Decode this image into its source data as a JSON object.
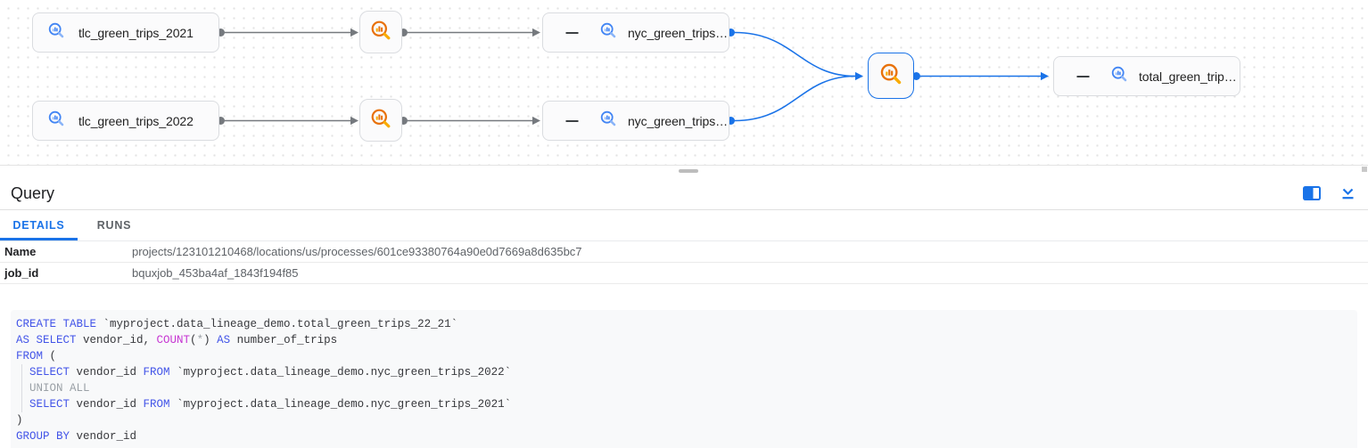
{
  "colors": {
    "accent_blue": "#1a73e8",
    "table_icon_blue": "#4285f4",
    "table_icon_blue_light": "#8ab4f8",
    "process_icon_orange": "#e8710a",
    "process_icon_orange_light": "#f9ab00",
    "edge_gray": "#75797e",
    "edge_blue": "#1a73e8",
    "keyword_blue": "#4254e8",
    "function_magenta": "#c636d2"
  },
  "graph": {
    "nodes": {
      "tlc2021": {
        "label": "tlc_green_trips_2021",
        "type": "bigquery-table"
      },
      "tlc2022": {
        "label": "tlc_green_trips_2022",
        "type": "bigquery-table"
      },
      "nyc_top": {
        "label": "nyc_green_trips…",
        "type": "bigquery-table",
        "collapsed": true
      },
      "nyc_bottom": {
        "label": "nyc_green_trips…",
        "type": "bigquery-table",
        "collapsed": true
      },
      "proc1": {
        "label": "",
        "type": "process"
      },
      "proc2": {
        "label": "",
        "type": "process"
      },
      "proc_selected": {
        "label": "",
        "type": "process",
        "selected": true
      },
      "total": {
        "label": "total_green_trip…",
        "type": "bigquery-table",
        "collapsed": true
      }
    },
    "edges": [
      {
        "from": "tlc2021",
        "to": "proc1",
        "color": "gray"
      },
      {
        "from": "proc1",
        "to": "nyc_top",
        "color": "gray"
      },
      {
        "from": "tlc2022",
        "to": "proc2",
        "color": "gray"
      },
      {
        "from": "proc2",
        "to": "nyc_bottom",
        "color": "gray"
      },
      {
        "from": "nyc_top",
        "to": "proc_selected",
        "color": "blue"
      },
      {
        "from": "nyc_bottom",
        "to": "proc_selected",
        "color": "blue"
      },
      {
        "from": "proc_selected",
        "to": "total",
        "color": "blue"
      }
    ]
  },
  "panel": {
    "title": "Query",
    "tabs": [
      {
        "label": "DETAILS",
        "active": true
      },
      {
        "label": "RUNS",
        "active": false
      }
    ],
    "details": [
      {
        "label": "Name",
        "value": "projects/123101210468/locations/us/processes/601ce93380764a90e0d7669a8d635bc7"
      },
      {
        "label": "job_id",
        "value": "bquxjob_453ba4af_1843f194f85"
      }
    ]
  },
  "code": {
    "lines": [
      [
        {
          "t": "CREATE TABLE",
          "c": "kw"
        },
        {
          "t": " `myproject.data_lineage_demo.total_green_trips_22_21`",
          "c": "plain"
        }
      ],
      [
        {
          "t": "AS SELECT",
          "c": "kw"
        },
        {
          "t": " vendor_id, ",
          "c": "plain"
        },
        {
          "t": "COUNT",
          "c": "fn"
        },
        {
          "t": "(",
          "c": "plain"
        },
        {
          "t": "*",
          "c": "gray"
        },
        {
          "t": ") ",
          "c": "plain"
        },
        {
          "t": "AS",
          "c": "kw"
        },
        {
          "t": " number_of_trips",
          "c": "plain"
        }
      ],
      [
        {
          "t": "FROM",
          "c": "kw"
        },
        {
          "t": " (",
          "c": "plain"
        }
      ],
      [
        {
          "t": "  ",
          "c": "plain"
        },
        {
          "t": "SELECT",
          "c": "kw"
        },
        {
          "t": " vendor_id ",
          "c": "plain"
        },
        {
          "t": "FROM",
          "c": "kw"
        },
        {
          "t": " `myproject.data_lineage_demo.nyc_green_trips_2022`",
          "c": "plain"
        }
      ],
      [
        {
          "t": "  ",
          "c": "plain"
        },
        {
          "t": "UNION ALL",
          "c": "gray"
        }
      ],
      [
        {
          "t": "  ",
          "c": "plain"
        },
        {
          "t": "SELECT",
          "c": "kw"
        },
        {
          "t": " vendor_id ",
          "c": "plain"
        },
        {
          "t": "FROM",
          "c": "kw"
        },
        {
          "t": " `myproject.data_lineage_demo.nyc_green_trips_2021`",
          "c": "plain"
        }
      ],
      [
        {
          "t": ")",
          "c": "plain"
        }
      ],
      [
        {
          "t": "GROUP BY",
          "c": "kw"
        },
        {
          "t": " vendor_id",
          "c": "plain"
        }
      ]
    ]
  }
}
